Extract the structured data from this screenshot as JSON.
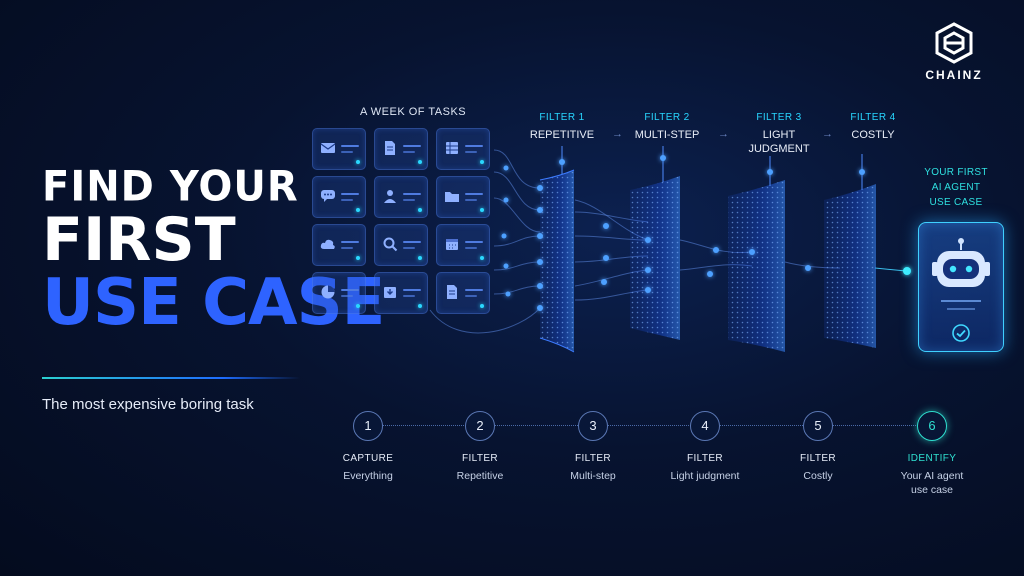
{
  "brand": {
    "name": "CHAINZ",
    "icon": "chainz-logo-icon"
  },
  "title": {
    "line1": "FIND YOUR",
    "line2": "FIRST",
    "line3": "USE CASE"
  },
  "subtitle": "The most expensive boring task",
  "week": {
    "label": "A WEEK OF TASKS",
    "tiles": [
      "mail-icon",
      "document-icon",
      "spreadsheet-icon",
      "chat-icon",
      "user-icon",
      "folder-icon",
      "cloud-icon",
      "search-icon",
      "calendar-icon",
      "pie-chart-icon",
      "inbox-download-icon",
      "document-icon"
    ]
  },
  "filters": [
    {
      "head": "FILTER 1",
      "name": "REPETITIVE"
    },
    {
      "head": "FILTER 2",
      "name": "MULTI-STEP"
    },
    {
      "head": "FILTER 3",
      "name": "LIGHT\nJUDGMENT"
    },
    {
      "head": "FILTER 4",
      "name": "COSTLY"
    }
  ],
  "arrow": "→",
  "result": {
    "label": "YOUR FIRST\nAI AGENT\nUSE CASE",
    "icon": "robot-icon",
    "check_icon": "check-circle-icon"
  },
  "steps": [
    {
      "num": "1",
      "t1": "CAPTURE",
      "t2": "Everything"
    },
    {
      "num": "2",
      "t1": "FILTER",
      "t2": "Repetitive"
    },
    {
      "num": "3",
      "t1": "FILTER",
      "t2": "Multi-step"
    },
    {
      "num": "4",
      "t1": "FILTER",
      "t2": "Light judgment"
    },
    {
      "num": "5",
      "t1": "FILTER",
      "t2": "Costly"
    },
    {
      "num": "6",
      "t1": "IDENTIFY",
      "t2": "Your AI agent\nuse case",
      "active": true
    }
  ],
  "colors": {
    "accent_blue": "#2e63ff",
    "accent_cyan": "#28d6ff",
    "accent_teal": "#2fe0d0",
    "background": "#071330"
  }
}
